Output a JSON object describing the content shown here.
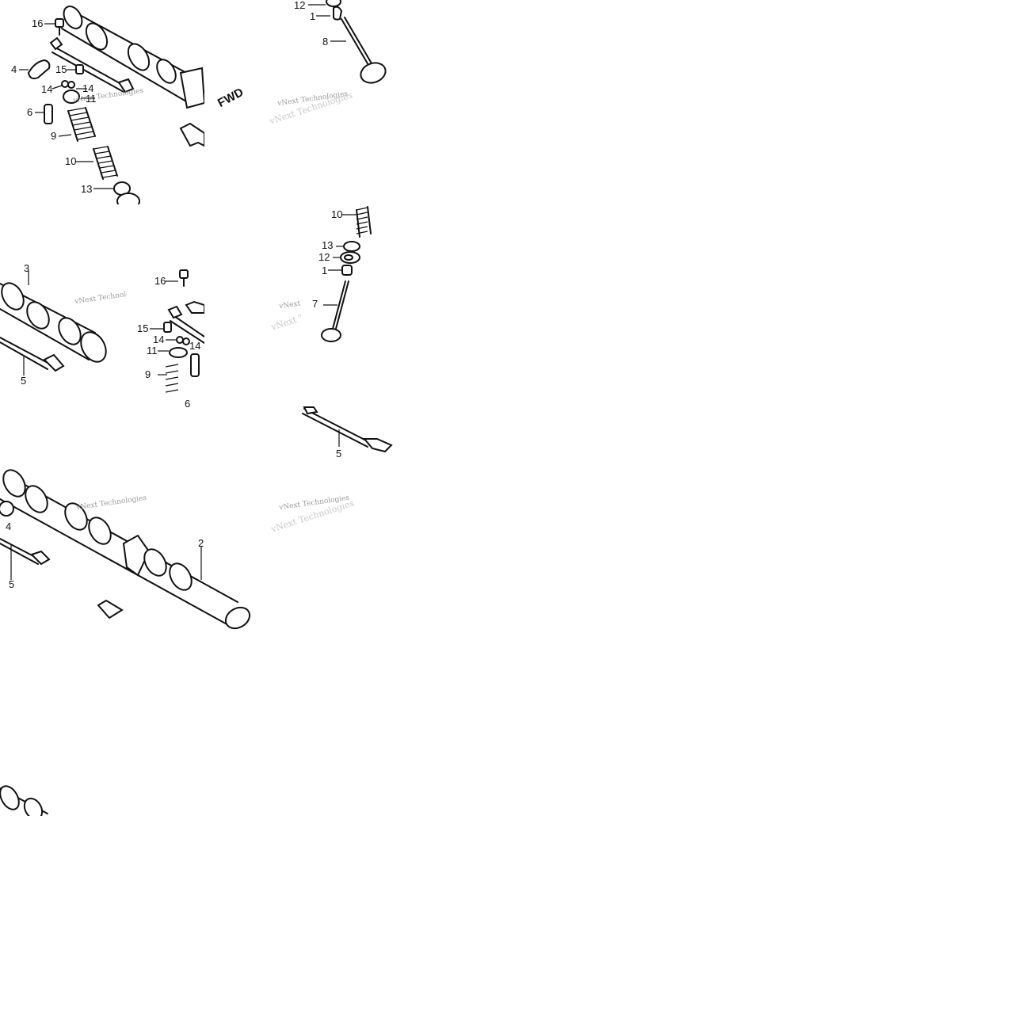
{
  "diagram": {
    "watermark": "vNext Technologies",
    "fwd_label": "FWD",
    "tiles": [
      {
        "id": "top-left",
        "callouts": [
          "16",
          "4",
          "15",
          "14",
          "14",
          "11",
          "6",
          "9",
          "10",
          "13"
        ]
      },
      {
        "id": "top-right",
        "callouts": [
          "12",
          "1",
          "8"
        ]
      },
      {
        "id": "middle-left",
        "callouts": [
          "3",
          "5",
          "16",
          "15",
          "14",
          "14",
          "11",
          "9",
          "6"
        ]
      },
      {
        "id": "middle-right",
        "callouts": [
          "10",
          "13",
          "12",
          "1",
          "7",
          "5"
        ]
      },
      {
        "id": "bottom-left",
        "callouts": [
          "4",
          "5",
          "2"
        ]
      }
    ]
  }
}
